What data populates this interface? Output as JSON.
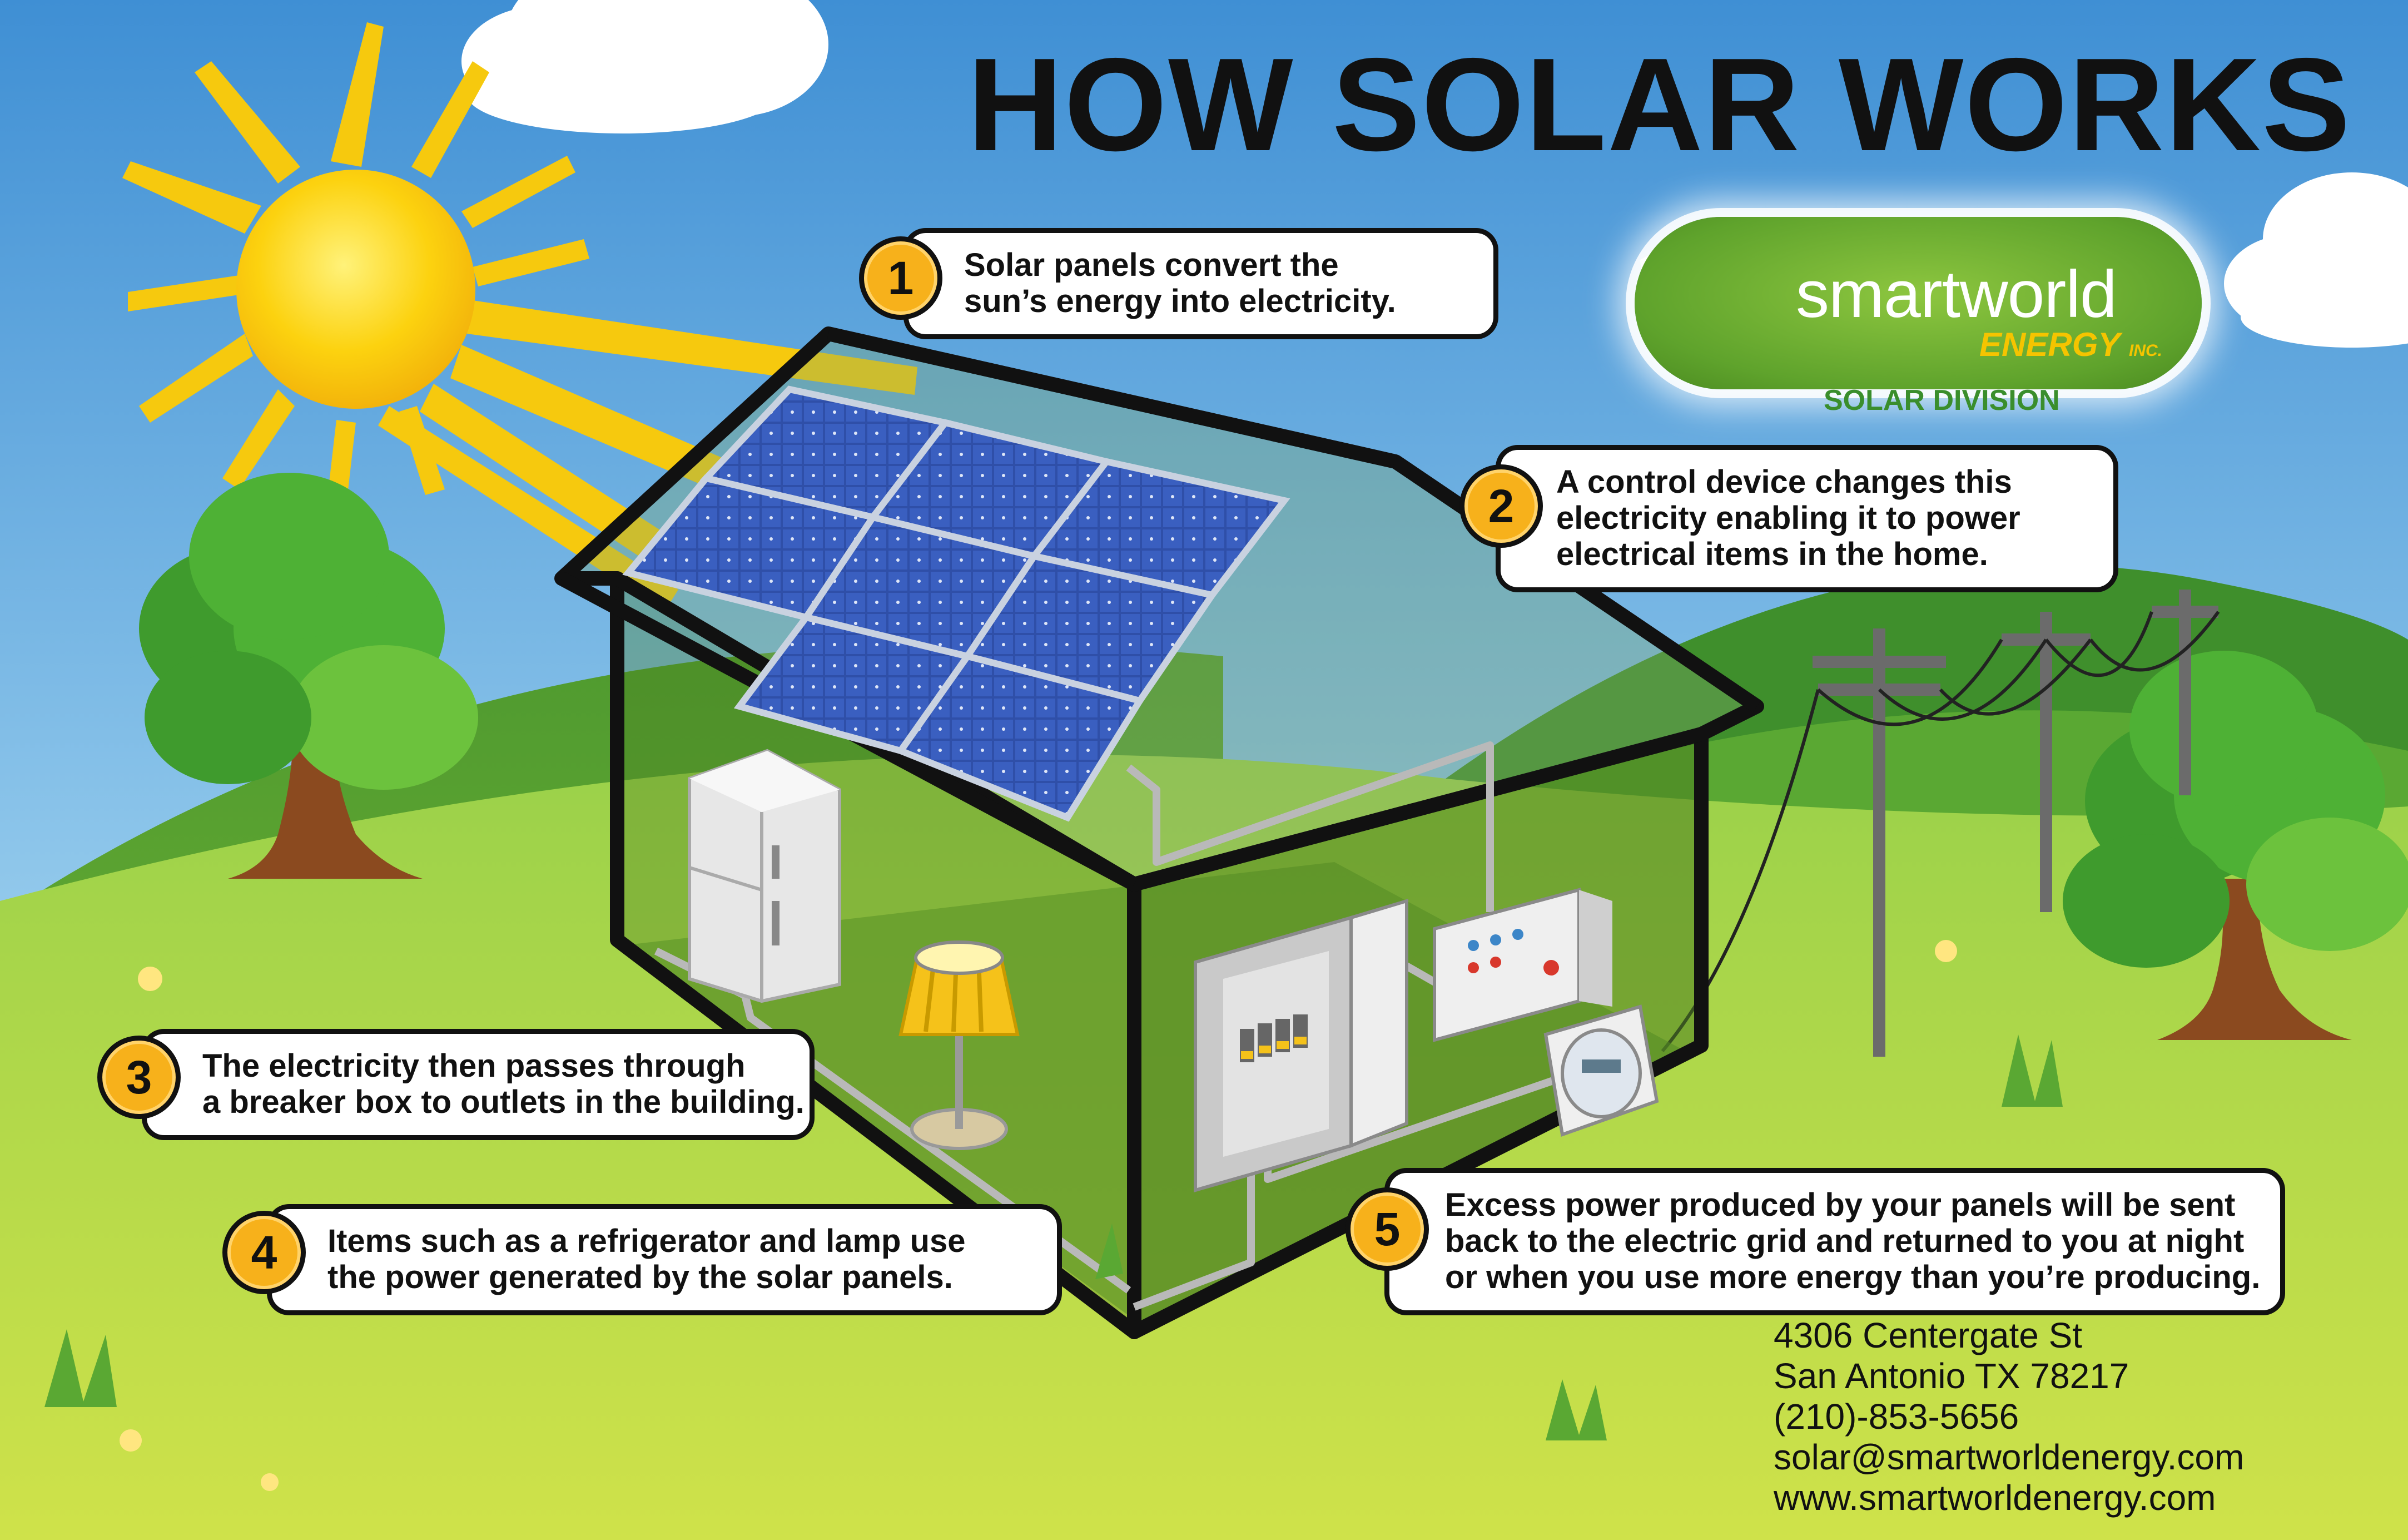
{
  "title": "HOW SOLAR WORKS",
  "steps": [
    {
      "number": "1",
      "lines": [
        "Solar panels convert the",
        "sun’s energy into electricity."
      ]
    },
    {
      "number": "2",
      "lines": [
        "A control device changes this",
        "electricity enabling it to power",
        "electrical items in the home."
      ]
    },
    {
      "number": "3",
      "lines": [
        "The electricity then passes through",
        "a breaker box to outlets in the building."
      ]
    },
    {
      "number": "4",
      "lines": [
        "Items such as a refrigerator and lamp use",
        "the power generated by the solar panels."
      ]
    },
    {
      "number": "5",
      "lines": [
        "Excess power produced by your panels will be sent",
        "back to the electric grid and returned to you at night",
        "or when you use more energy than you’re producing."
      ]
    }
  ],
  "logo": {
    "name": "smartworld",
    "energy": "ENERGY",
    "inc": "INC.",
    "division": "SOLAR DIVISION"
  },
  "contact": {
    "street": "4306 Centergate St",
    "city": "San Antonio TX 78217",
    "phone": "(210)-853-5656",
    "email": "solar@smartworldenergy.com",
    "website": "www.smartworldenergy.com"
  },
  "colors": {
    "sky_top": "#3f8fd4",
    "sky_bottom": "#d3ecf7",
    "grass": "#8cc83a",
    "sun": "#fcd20f",
    "sun_ray": "#f6c90e",
    "panel": "#2f4fa8",
    "badge": "#f7b11b",
    "house_outline": "#111111",
    "logo_green": "#6db33f",
    "logo_gold": "#f5c400",
    "division_text": "#3a8e2c"
  },
  "icons": [
    "sun-icon",
    "cloud-icon",
    "tree-icon",
    "solar-panel-icon",
    "refrigerator-icon",
    "lamp-icon",
    "breaker-box-icon",
    "control-device-icon",
    "electric-meter-icon",
    "power-pole-icon",
    "leaf-icon",
    "flower-icon",
    "grass-tuft-icon"
  ]
}
